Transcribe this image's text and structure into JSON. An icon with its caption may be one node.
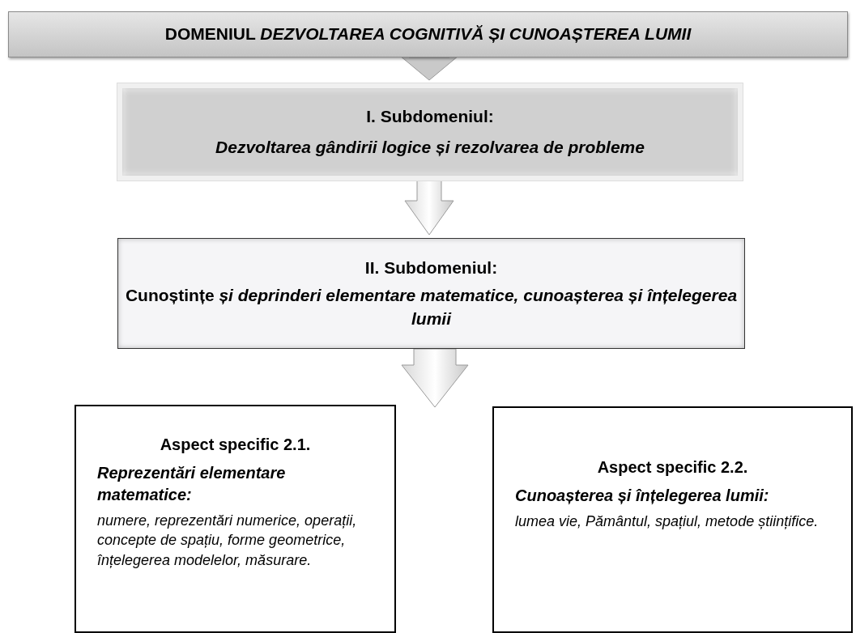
{
  "diagram": {
    "nodes": [
      {
        "text": [
          "DOMENIUL  *DEZVOLTAREA COGNITIVĂ ȘI CUNOAȘTEREA LUMII*"
        ]
      },
      {
        "text": [
          "I. Subdomeniul:",
          "Dezvoltarea gândirii logice și rezolvarea de probleme"
        ]
      },
      {
        "text": [
          "II. Subdomeniul:",
          "Cunoștințe *și deprinderi elementare matematice, cunoașterea și înțelegerea lumii*"
        ]
      },
      {
        "text": [
          "Aspect specific 2.1.",
          "Reprezentări elementare matematice:",
          "numere, reprezentări numerice, operații, concepte de spațiu, forme geometrice, înțelegerea modelelor, măsurare."
        ]
      },
      {
        "text": [
          "Aspect specific 2.2.",
          "Cunoașterea și înțelegerea lumii:",
          "lumea vie, Pământul, spațiul, metode științifice."
        ]
      }
    ],
    "edges": [
      {
        "from": 0,
        "to": 1,
        "arrow": "to"
      },
      {
        "from": 1,
        "to": 2,
        "arrow": "to"
      },
      {
        "from": 2,
        "to": 3,
        "arrow": "to"
      },
      {
        "from": 2,
        "to": 4,
        "arrow": "to"
      }
    ]
  }
}
